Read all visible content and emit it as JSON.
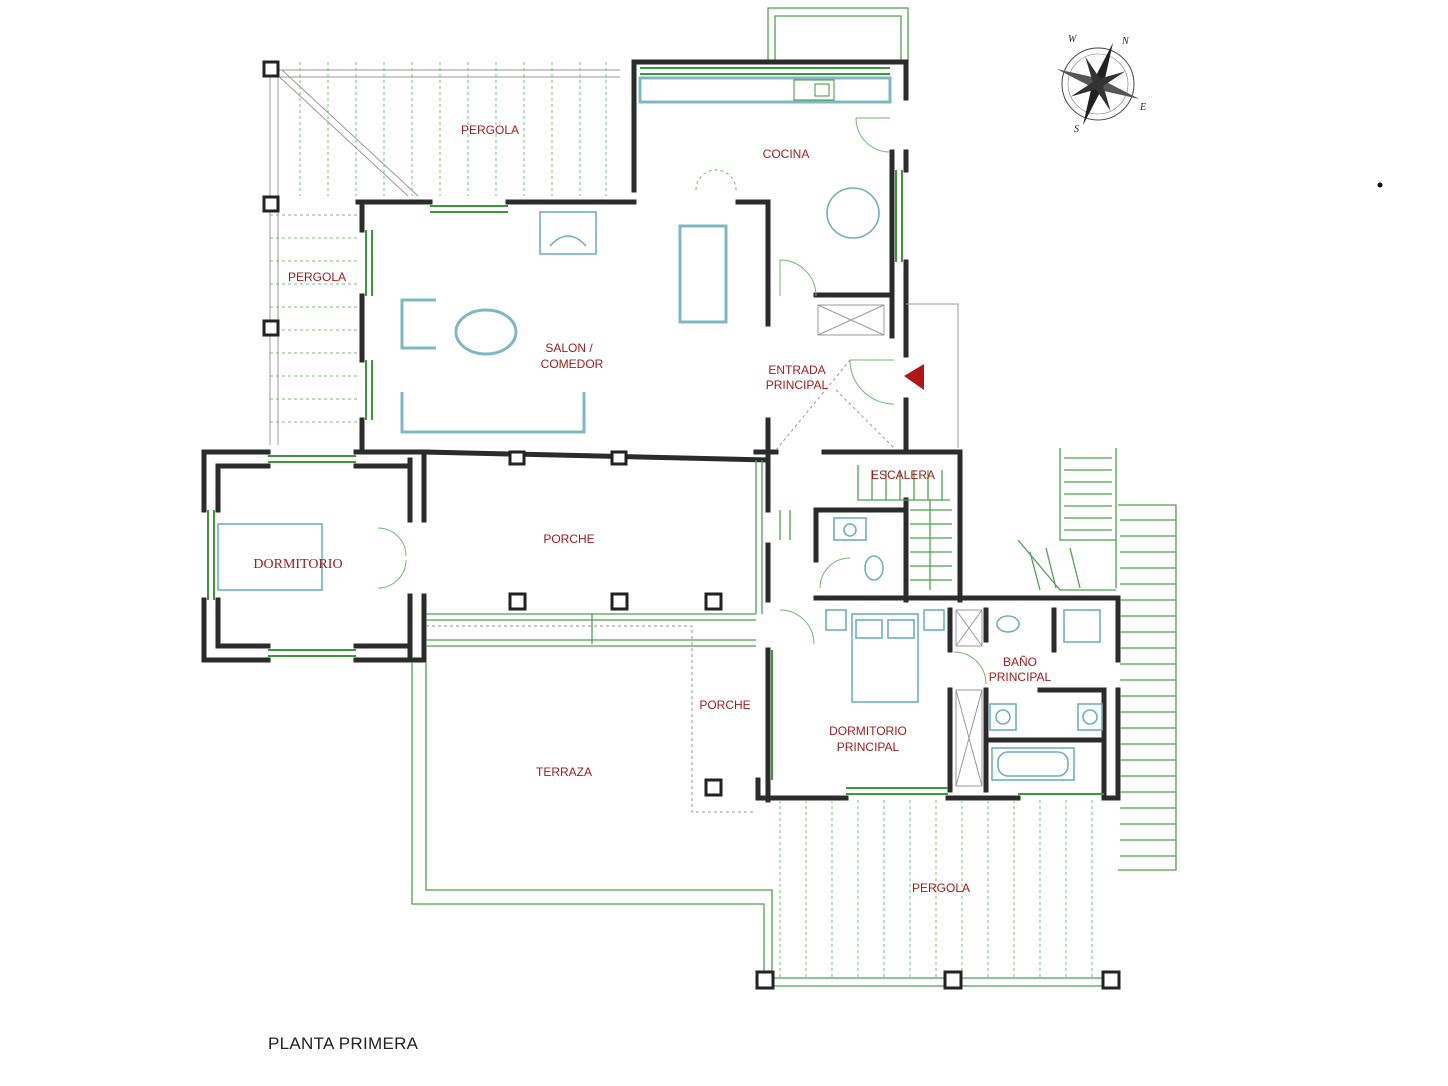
{
  "plan_title": "PLANTA PRIMERA",
  "rooms": {
    "pergola_north": "PERGOLA",
    "pergola_west": "PERGOLA",
    "cocina": "COCINA",
    "salon_line1": "SALON /",
    "salon_line2": "COMEDOR",
    "entrada_line1": "ENTRADA",
    "entrada_line2": "PRINCIPAL",
    "escalera": "ESCALERA",
    "dormitorio": "DORMITORIO",
    "porche_north": "PORCHE",
    "porche_east": "PORCHE",
    "bano_line1": "BAÑO",
    "bano_line2": "PRINCIPAL",
    "dormitorio_principal_line1": "DORMITORIO",
    "dormitorio_principal_line2": "PRINCIPAL",
    "terraza": "TERRAZA",
    "pergola_south": "PERGOLA"
  },
  "compass": {
    "north": "N",
    "east": "E",
    "south": "S",
    "west": "W"
  },
  "colors": {
    "walls": "#2b2b2b",
    "windows_and_outdoor": "#3a9a3a",
    "furniture": "#7fb8c4",
    "labels": "#a01c1c",
    "entrance_marker": "#b01818"
  }
}
